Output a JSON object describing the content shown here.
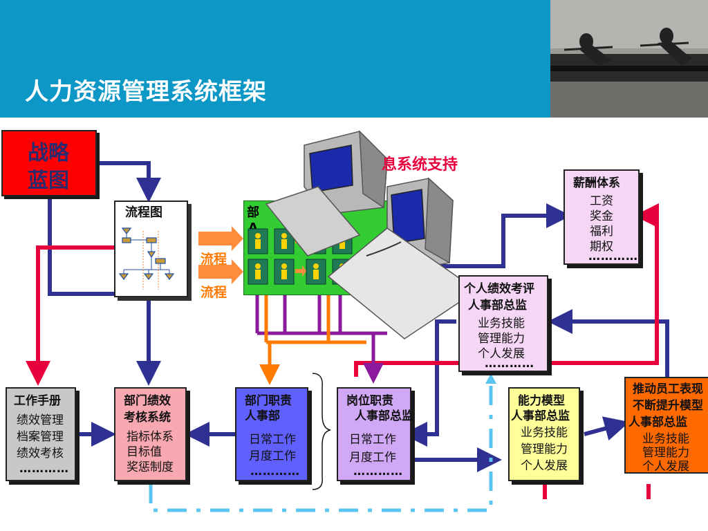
{
  "header": {
    "title": "人力资源管理系统框架"
  },
  "strategy": {
    "line1": "战略",
    "line2": "蓝图"
  },
  "flowchart": {
    "title": "流程图"
  },
  "process_labels": [
    "流程",
    "流程"
  ],
  "dept_matrix": {
    "label_line1": "部",
    "label_line2": "A"
  },
  "info_system": {
    "label": "息系统支持"
  },
  "salary": {
    "title": "薪酬体系",
    "items": [
      "工资",
      "奖金",
      "福利",
      "期权"
    ],
    "dots": "…………"
  },
  "personal_eval": {
    "title1": "个人绩效考评",
    "title2": "人事部总监",
    "items": [
      "业务技能",
      "管理能力",
      "个人发展"
    ],
    "dots": "…………"
  },
  "handbook": {
    "title": "工作手册",
    "items": [
      "绩效管理",
      "档案管理",
      "绩效考核"
    ],
    "dots": "…………"
  },
  "dept_perf": {
    "title1": "部门绩效",
    "title2": "考核系统",
    "items": [
      "指标体系",
      "目标值",
      "奖惩制度"
    ],
    "dots": "…………"
  },
  "dept_duty": {
    "title1": "部门职责",
    "title2": "人事部",
    "items": [
      "日常工作",
      "月度工作"
    ],
    "dots": "…………"
  },
  "post_duty": {
    "title1": "岗位职责",
    "title2": "人事部总监",
    "items": [
      "日常工作",
      "月度工作"
    ],
    "dots": "…………"
  },
  "competency": {
    "title1": "能力模型",
    "title2": "人事部总监",
    "items": [
      "业务技能",
      "管理能力",
      "个人发展"
    ]
  },
  "promote": {
    "title1": "推动员工表现",
    "title2": "不断提升模型",
    "title3": "人事部总监",
    "items": [
      "业务技能",
      "管理能力",
      "个人发展"
    ]
  },
  "colors": {
    "header": "#0d97c6",
    "blue_arrow": "#2e3192",
    "red_arrow": "#e8003c",
    "purple": "#8b1a9c",
    "orange": "#ff7a00",
    "dash": "#5bc4f0"
  }
}
